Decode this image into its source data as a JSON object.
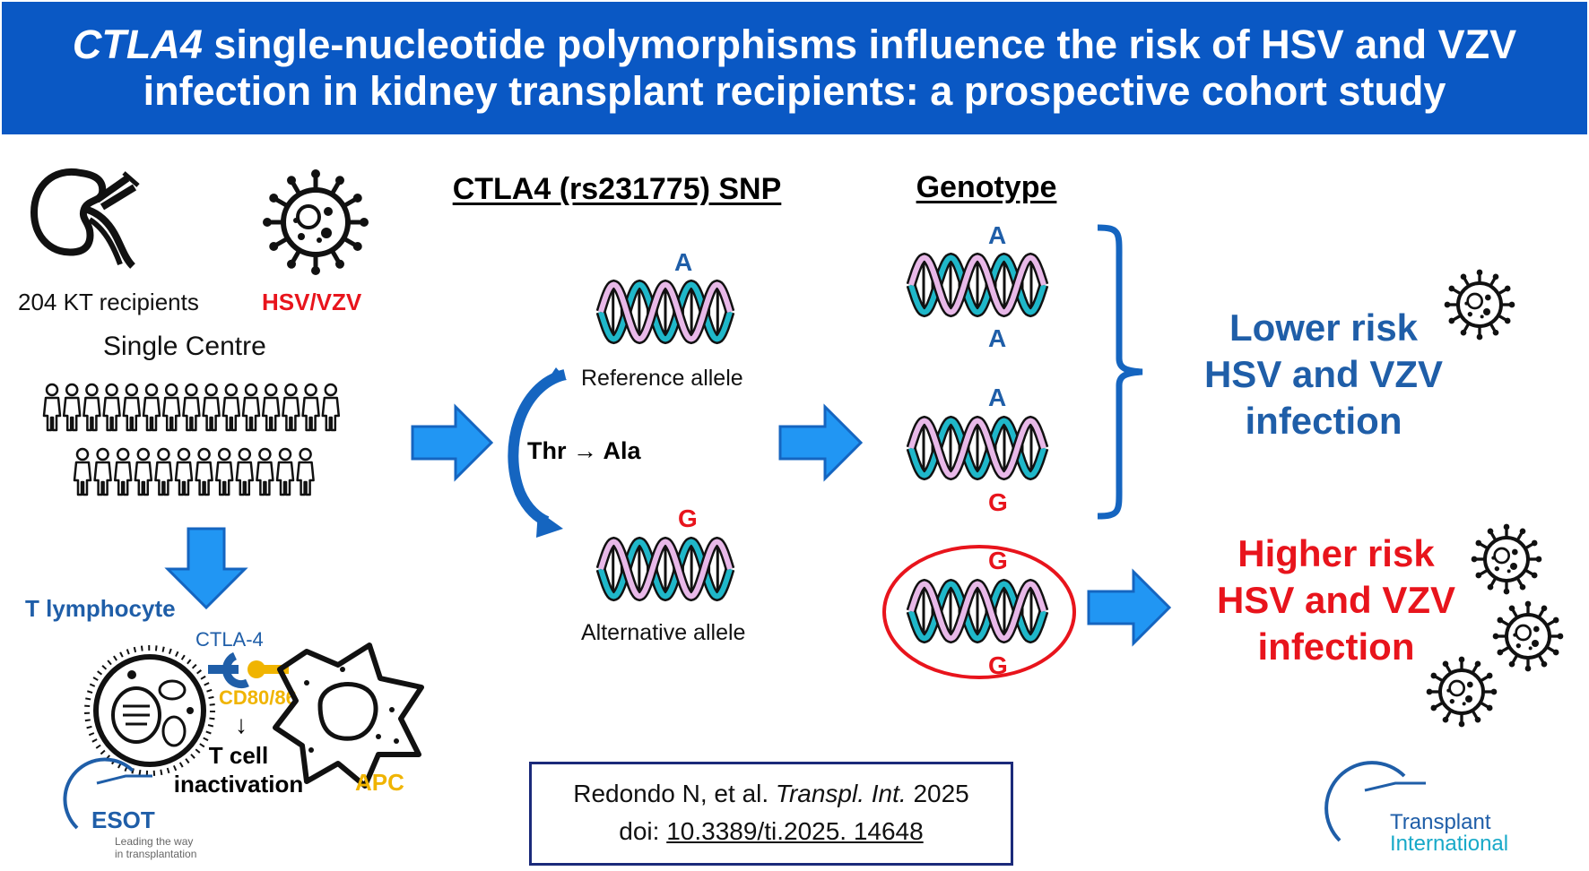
{
  "title": {
    "italic_part": "CTLA4",
    "line1_rest": " single-nucleotide polymorphisms influence the risk of HSV and VZV",
    "line2": "infection in kidney transplant recipients: a prospective cohort study"
  },
  "study": {
    "recipients": "204 KT recipients",
    "virus": "HSV/VZV",
    "centre": "Single Centre"
  },
  "immune": {
    "t_lymphocyte": "T lymphocyte",
    "ctla4": "CTLA-4",
    "cd80": "CD80/86",
    "down_arrow": "↓",
    "tcell_line1": "T cell",
    "tcell_line2": "inactivation",
    "apc": "APC"
  },
  "snp": {
    "heading": "CTLA4 (rs231775) SNP",
    "ref_letter": "A",
    "ref_label": "Reference allele",
    "substitution": "Thr → Ala",
    "alt_letter": "G",
    "alt_label": "Alternative allele"
  },
  "genotype": {
    "heading": "Genotype",
    "aa_top": "A",
    "aa_bottom": "A",
    "ag_top": "A",
    "ag_bottom": "G",
    "gg_top": "G",
    "gg_bottom": "G"
  },
  "risk": {
    "lower": [
      "Lower risk",
      "HSV and VZV",
      "infection"
    ],
    "higher": [
      "Higher risk",
      "HSV and VZV",
      "infection"
    ]
  },
  "citation": {
    "authors": "Redondo N, et al. ",
    "journal": "Transpl. Int.",
    "year": " 2025",
    "doi_prefix": "doi: ",
    "doi": "10.3389/ti.2025. 14648"
  },
  "logos": {
    "esot_name": "ESOT",
    "esot_tagline_1": "Leading the way",
    "esot_tagline_2": "in transplantation",
    "journal_logo_1": "Transplant",
    "journal_logo_2": "International"
  },
  "colors": {
    "banner": "#0a58c4",
    "arrow_blue": "#2196f3",
    "dna_teal": "#1fb7c9",
    "dna_pink": "#e8b8e8",
    "low_risk": "#1f5ea8",
    "high_risk": "#e8141c",
    "cd80": "#f0b400"
  },
  "icons": [
    "kidney-icon",
    "virus-icon",
    "person-icon",
    "dna-icon",
    "arrow-right-icon",
    "arrow-down-icon",
    "bracket-icon",
    "t-cell-icon",
    "apc-icon",
    "receptor-icon"
  ]
}
